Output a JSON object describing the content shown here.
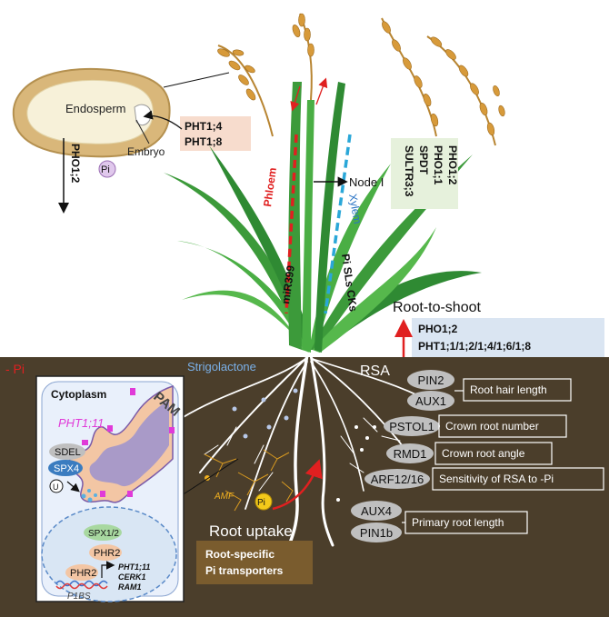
{
  "seed": {
    "endosperm": "Endosperm",
    "embryo": "Embryo",
    "transporters": [
      "PHT1;4",
      "PHT1;8"
    ],
    "pho_label": "PHO1;2",
    "pi_label": "Pi"
  },
  "shoot": {
    "phloem": "Phloem",
    "xylem": "Xylem",
    "node": "Node I",
    "mir": "miR399",
    "signals": "Pi  SLs  CKs",
    "node_transporters": [
      "SULTR3;3",
      "SPDT",
      "PHO1;1",
      "PHO1;2"
    ]
  },
  "root_to_shoot": {
    "title": "Root-to-shoot",
    "lines": [
      "PHO1;2",
      "PHT1;1/1;2/1;4/1;6/1;8"
    ]
  },
  "soil": {
    "pi_minus": "- Pi",
    "strigolactone": "Strigolactone",
    "rsa": "RSA",
    "amf": "AMF",
    "pi_label": "Pi",
    "root_uptake": "Root uptake",
    "root_specific": [
      "Root-specific",
      "Pi transporters"
    ]
  },
  "cell": {
    "cytoplasm": "Cytoplasm",
    "pam": "PAM",
    "pht": "PHT1;11",
    "sdel": "SDEL",
    "spx4": "SPX4",
    "u": "U",
    "spx12": "SPX1/2",
    "phr2_top": "PHR2",
    "phr2_bottom": "PHR2",
    "targets": [
      "PHT1;11",
      "CERK1",
      "RAM1"
    ],
    "p1bs": "P1BS"
  },
  "rsa_genes": [
    {
      "gene": "PIN2",
      "trait": ""
    },
    {
      "gene": "AUX1",
      "trait": "Root hair length"
    },
    {
      "gene": "PSTOL1",
      "trait": "Crown root number"
    },
    {
      "gene": "RMD1",
      "trait": "Crown root angle"
    },
    {
      "gene": "ARF12/16",
      "trait": "Sensitivity of RSA to -Pi"
    },
    {
      "gene": "AUX4",
      "trait": "Primary root length"
    },
    {
      "gene": "PIN1b",
      "trait": ""
    }
  ],
  "colors": {
    "soil": "#4b3e2b",
    "leaf": "#3c9a3a",
    "phloem": "#e02020",
    "xylem": "#2aa7d8",
    "pam": "#a99ac8",
    "pink": "#e03ad8",
    "seed_note": "#f7dccd",
    "node_note": "#e6f1dc",
    "rts_note": "#dae5f2"
  }
}
